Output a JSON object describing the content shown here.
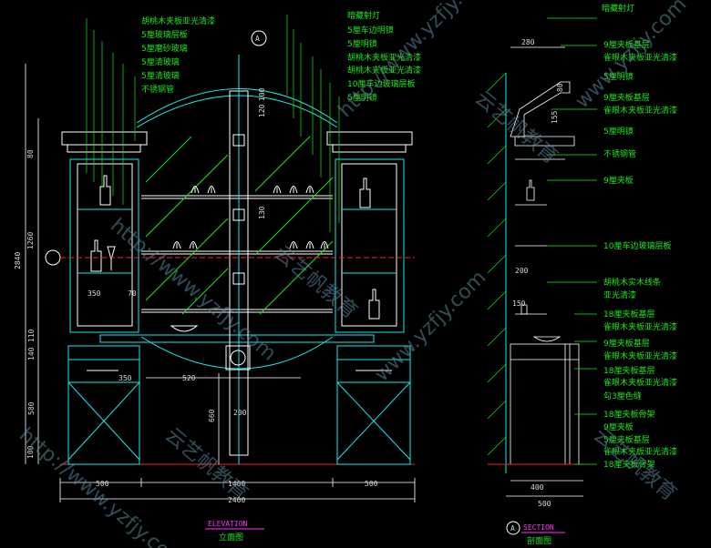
{
  "elevation": {
    "callouts_left": [
      "胡桃木夹板亚光清漆",
      "5厘玻璃层板",
      "5厘磨砂玻璃",
      "5厘清玻璃",
      "5厘清玻璃",
      "不锈钢管"
    ],
    "callouts_right": [
      "暗藏射灯",
      "5厘车边明镜",
      "5厘明镜",
      "胡桃木夹板亚光清漆",
      "胡桃木夹板亚光清漆",
      "10厘车边玻璃层板",
      "5厘明镜"
    ],
    "dims_bottom": [
      "500",
      "1400",
      "500",
      "2400"
    ],
    "dims_mid": [
      "350",
      "70",
      "350",
      "520",
      "200",
      "660"
    ],
    "dims_left": [
      "2840",
      "1260",
      "140",
      "110",
      "580",
      "100",
      "80"
    ],
    "dims_center": [
      "100",
      "120",
      "130"
    ],
    "section_marker": "A",
    "title_en": "ELEVATION",
    "title_cn": "立面图"
  },
  "section": {
    "callouts": [
      "暗藏射灯",
      "9厘夹板基层",
      "雀眼木夹板亚光清漆",
      "5厘明镜",
      "9厘夹板基层",
      "雀眼木夹板亚光清漆",
      "5厘明镜",
      "不锈钢管",
      "9厘夹板",
      "10厘车边玻璃层板",
      "胡桃木实木线条",
      "亚光清漆",
      "18厘夹板基层",
      "雀眼木夹板亚光清漆",
      "9厘夹板基层",
      "雀眼木夹板亚光清漆",
      "18厘夹板基层",
      "雀眼木夹板亚光清漆",
      "勾3厘色缝",
      "18厘夹板骨架",
      "9厘夹板",
      "5厘夹板基层",
      "雀眼木夹板亚光清漆",
      "18厘夹板骨架"
    ],
    "dims": [
      "280",
      "80",
      "155",
      "200",
      "150",
      "400",
      "500"
    ],
    "marker": "A",
    "title_en": "SECTION",
    "title_cn": "剖面图"
  },
  "watermarks": [
    "http://www.yzfjy.com",
    "云艺帆教育",
    "http://www.yzfjy.com",
    "云艺帆教育",
    "www.yzfjy.com",
    "http://www.yzfjy.com",
    "云艺帆教育",
    "www.yzfjy.com",
    "云艺帆教育"
  ]
}
